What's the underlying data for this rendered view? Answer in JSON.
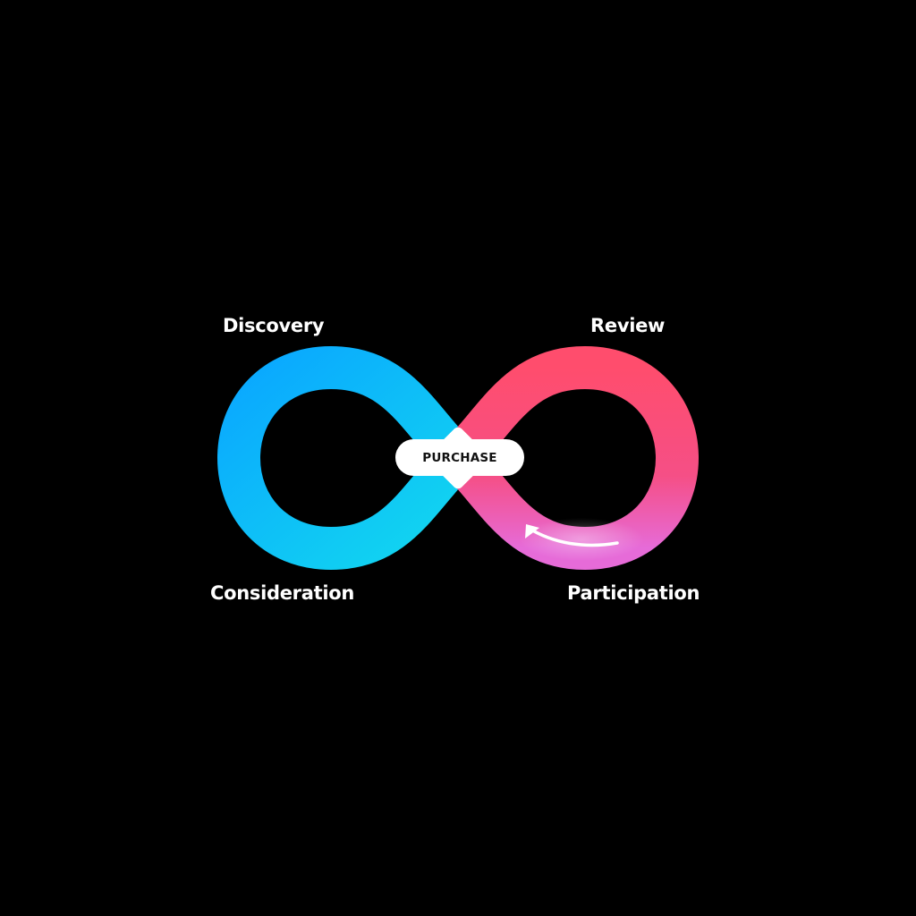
{
  "diagram": {
    "stages": {
      "discovery": "Discovery",
      "review": "Review",
      "consideration": "Consideration",
      "participation": "Participation"
    },
    "center": "PURCHASE"
  },
  "colors": {
    "background": "#000000",
    "left_loop_start": "#0aa7ff",
    "left_loop_end": "#12d8ef",
    "right_loop_start": "#ff4d6d",
    "right_loop_end": "#e66bd8",
    "text": "#ffffff",
    "pill": "#ffffff"
  },
  "icons": {
    "flow_arrow": "curved-arrow-left-icon"
  }
}
